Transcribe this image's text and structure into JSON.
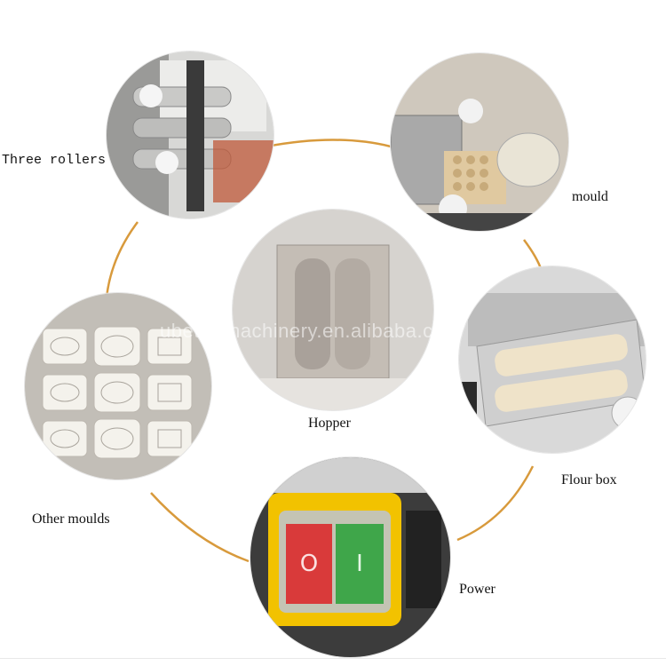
{
  "labels": {
    "three_rollers": "Three rollers",
    "mould": "mould",
    "hopper": "Hopper",
    "flour_box": "Flour box",
    "other_moulds": "Other moulds",
    "power": "Power"
  },
  "watermark": "ubettermachinery.en.alibaba.com",
  "switch": {
    "off_symbol": "O",
    "on_symbol": "I",
    "off_color": "#d93a3a",
    "on_color": "#3fa64a"
  },
  "colors": {
    "accent_curve": "#d89a3c",
    "frame_yellow": "#f2c200",
    "steel": "#b8b8b8"
  }
}
